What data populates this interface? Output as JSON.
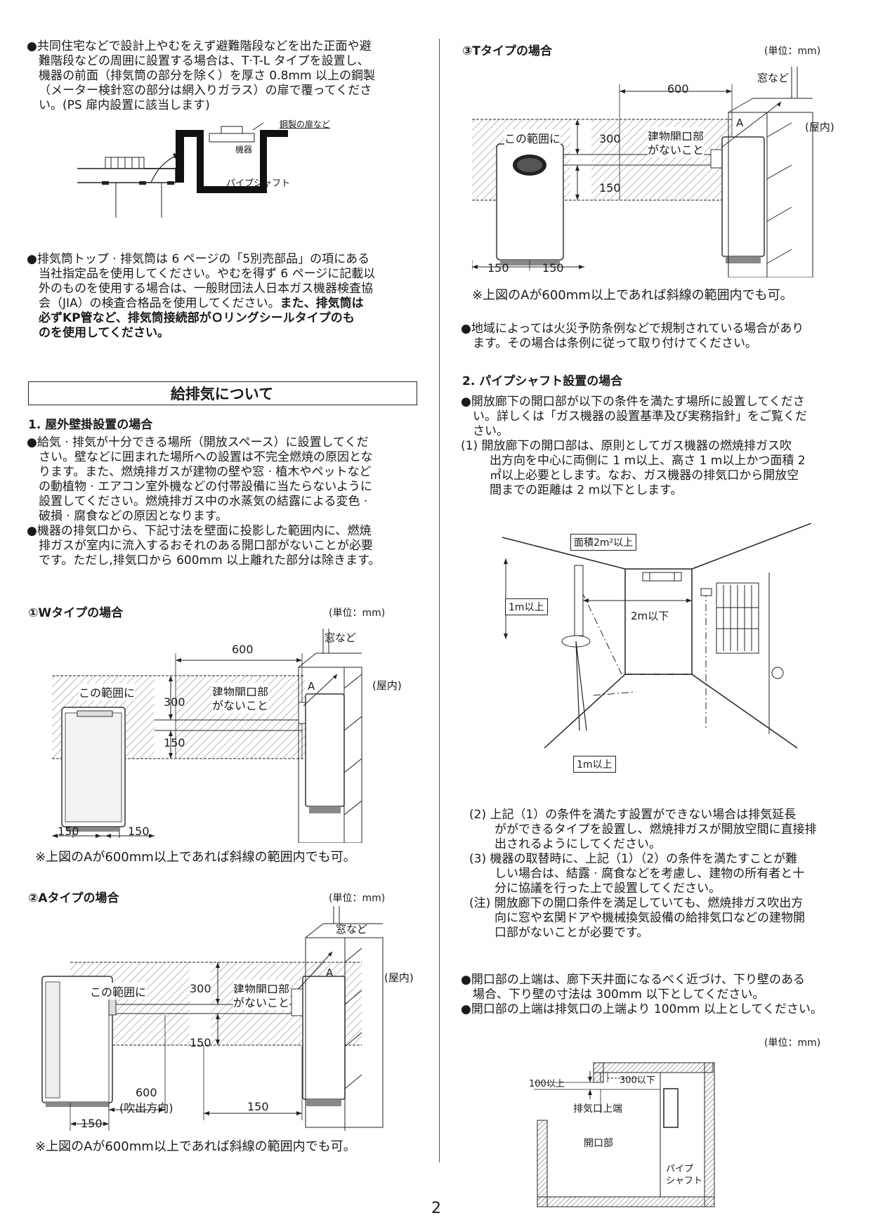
{
  "left": {
    "ps_bullet": [
      "●共同住宅などで設計上やむをえず避難階段などを出た正面や避",
      "難階段などの周囲に設置する場合は、T·T-L タイプを設置し、",
      "機器の前面（排気筒の部分を除く）を厚さ 0.8mm 以上の鋼製",
      "（メーター検針窓の部分は網入りガラス）の扉で覆ってくださ",
      "い。(PS 扉内設置に該当します)"
    ],
    "ps_fig": {
      "door": "鋼製の扉など",
      "unit": "機器",
      "shaft": "パイプシャフト"
    },
    "exhaust_bullet": [
      "●排気筒トップ · 排気筒は 6 ページの「5別売部品」の項にある",
      "当社指定品を使用してください。やむを得ず 6 ページに記載以",
      "外のものを使用する場合は、一般財団法人日本ガス機器検査協",
      "会（JIA）の検査合格品を使用してください。"
    ],
    "exhaust_bold": [
      "また、排気筒は",
      "必ずKP管など、排気筒接続部がＯリングシールタイプのも",
      "のを使用してください。"
    ],
    "section_title": "給排気について",
    "sub1": "1. 屋外壁掛設置の場合",
    "outdoor_bullets": [
      "●給気 · 排気が十分できる場所（開放スペース）に設置してくだ",
      "さい。壁などに囲まれた場所への設置は不完全燃焼の原因とな",
      "ります。また、燃焼排ガスが建物の壁や窓 · 植木やペットなど",
      "の動植物 · エアコン室外機などの付帯設備に当たらないように",
      "設置してください。燃焼排ガス中の水蒸気の結露による変色 ·",
      "破損 · 腐食などの原因となります。",
      "●機器の排気口から、下記寸法を壁面に投影した範囲内に、燃焼",
      "排ガスが室内に流入するおそれのある開口部がないことが必要",
      "です。ただし,排気口から 600mm 以上離れた部分は除きます。"
    ],
    "w_title": "①Wタイプの場合",
    "a_title": "②Aタイプの場合",
    "unit": "(単位：mm)",
    "note": "※上図のAが600mm以上であれば斜線の範囲内でも可。"
  },
  "fig": {
    "in_range": "この範囲に",
    "no_opening_1": "建物開口部",
    "no_opening_2": "がないこと",
    "window": "窓など",
    "indoor": "(屋内)",
    "d600": "600",
    "d300": "300",
    "d150": "150",
    "a": "A",
    "blow_dir": "(吹出方向)"
  },
  "right": {
    "t_title": "③Tタイプの場合",
    "unit": "(単位：mm)",
    "t_note": "※上図のAが600mm以上であれば斜線の範囲内でも可。",
    "fire_bullet": [
      "●地域によっては火災予防条例などで規制されている場合があり",
      "ます。その場合は条例に従って取り付けてください。"
    ],
    "sub2": "2. パイプシャフト設置の場合",
    "ps_intro": [
      "●開放廊下の開口部が以下の条件を満たす場所に設置してくださ",
      "い。詳しくは「ガス機器の設置基準及び実務指針」をご覧くだ",
      "さい。"
    ],
    "cond1": [
      "(1) 開放廊下の開口部は、原則としてガス機器の燃焼排ガス吹",
      "出方向を中心に両側に 1 m以上、高さ 1 m以上かつ面積 2",
      "㎡以上必要とします。なお、ガス機器の排気口から開放空",
      "間までの距離は 2 m以下とします。"
    ],
    "corr": {
      "area": "面積2m²以上",
      "h1m": "1m以上",
      "d2m": "2m以下",
      "w1m": "1m以上"
    },
    "cond2": [
      "(2) 上記（1）の条件を満たす設置ができない場合は排気延長",
      "がができるタイプを設置し、燃焼排ガスが開放空間に直接排",
      "出されるようにしてください。"
    ],
    "cond3": [
      "(3) 機器の取替時に、上記（1）（2）の条件を満たすことが難",
      "しい場合は、結露 · 腐食などを考慮し、建物の所有者と十",
      "分に協議を行った上で設置してください。"
    ],
    "cond_note": [
      "(注) 開放廊下の開口条件を満足していても、燃焼排ガス吹出方",
      "向に窓や玄関ドアや機械換気設備の給排気口などの建物開",
      "口部がないことが必要です。"
    ],
    "upper_bullets": [
      "●開口部の上端は、廊下天井面になるべく近づけ、下り壁のある",
      "場合、下り壁の寸法は 300mm 以下としてください。",
      "●開口部の上端は排気口の上端より 100mm 以上としてください。"
    ],
    "fig2": {
      "d100": "100以上",
      "d300": "300以下",
      "exhaust_top": "排気口上端",
      "opening": "開口部",
      "shaft_1": "パイプ",
      "shaft_2": "シャフト"
    }
  },
  "page_number": "2"
}
